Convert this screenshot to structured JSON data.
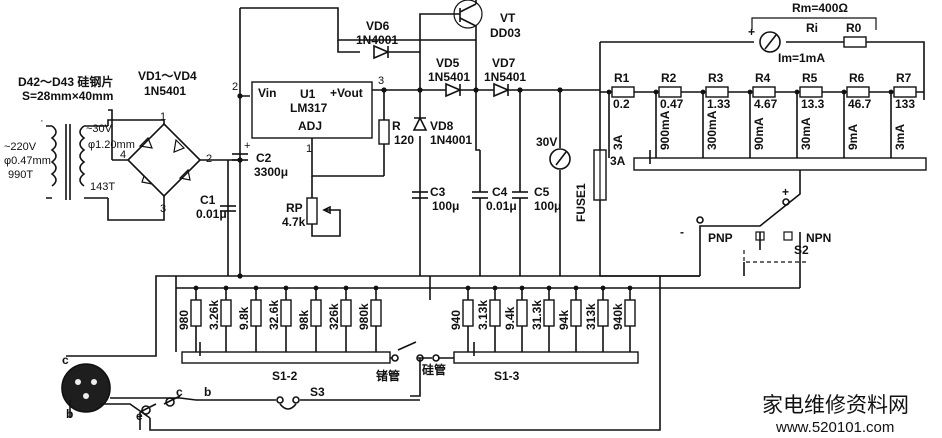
{
  "transformer": {
    "core_line1": "D42～D43 硅钢片",
    "core_line2": "S=28mm×40mm",
    "primary_voltage": "~220V",
    "primary_wire": "φ0.47mm",
    "primary_turns": "990T",
    "secondary_voltage": "~30V",
    "secondary_wire": "φ1.20mm",
    "secondary_turns": "143T"
  },
  "bridge": {
    "label": "VD1～VD4",
    "part": "1N5401",
    "pin1": "1",
    "pin2": "2",
    "pin3": "3",
    "pin4": "4"
  },
  "regulator": {
    "ref": "U1",
    "part": "LM317",
    "vin": "Vin",
    "vout": "+Vout",
    "adj": "ADJ",
    "pin1": "1",
    "pin2": "2",
    "pin3": "3"
  },
  "components": {
    "c1": {
      "ref": "C1",
      "value": "0.01μ"
    },
    "c2": {
      "ref": "C2",
      "value": "3300μ"
    },
    "c3": {
      "ref": "C3",
      "value": "100μ"
    },
    "c4": {
      "ref": "C4",
      "value": "0.01μ"
    },
    "c5": {
      "ref": "C5",
      "value": "100μ"
    },
    "rp": {
      "ref": "RP",
      "value": "4.7k"
    },
    "r": {
      "ref": "R",
      "value": "120"
    },
    "vd5": {
      "ref": "VD5",
      "part": "1N5401"
    },
    "vd6": {
      "ref": "VD6",
      "part": "1N4001"
    },
    "vd7": {
      "ref": "VD7",
      "part": "1N5401"
    },
    "vd8": {
      "ref": "VD8",
      "part": "1N4001"
    },
    "vt": {
      "ref": "VT",
      "part": "DD03"
    },
    "voltmeter": "30V",
    "fuse": {
      "ref": "FUSE1",
      "rating": "3A"
    }
  },
  "meter": {
    "rm": "Rm=400Ω",
    "ri": "Ri",
    "r0": "R0",
    "im": "Im=1mA",
    "plus": "+",
    "minus": "-"
  },
  "shunts": [
    {
      "ref": "R1",
      "value": "0.2",
      "range": "3A"
    },
    {
      "ref": "R2",
      "value": "0.47",
      "range": "900mA"
    },
    {
      "ref": "R3",
      "value": "1.33",
      "range": "300mA"
    },
    {
      "ref": "R4",
      "value": "4.67",
      "range": "90mA"
    },
    {
      "ref": "R5",
      "value": "13.3",
      "range": "30mA"
    },
    {
      "ref": "R6",
      "value": "46.7",
      "range": "9mA"
    },
    {
      "ref": "R7",
      "value": "133",
      "range": "3mA"
    }
  ],
  "switch_s2": {
    "ref": "S2",
    "pnp": "PNP",
    "npn": "NPN"
  },
  "bank_left": [
    "980",
    "3.26k",
    "9.8k",
    "32.6k",
    "98k",
    "326k",
    "980k"
  ],
  "bank_right": [
    "940",
    "3.13k",
    "9.4k",
    "31.3k",
    "94k",
    "313k",
    "940k"
  ],
  "switches": {
    "s1_2": "S1-2",
    "s1_3": "S1-3",
    "s3": "S3",
    "germanium": "锗管",
    "silicon": "硅管"
  },
  "socket": {
    "c": "c",
    "b": "b",
    "e": "e"
  },
  "watermark": {
    "line1": "家电维修资料网",
    "line2": "www.520101.com"
  }
}
